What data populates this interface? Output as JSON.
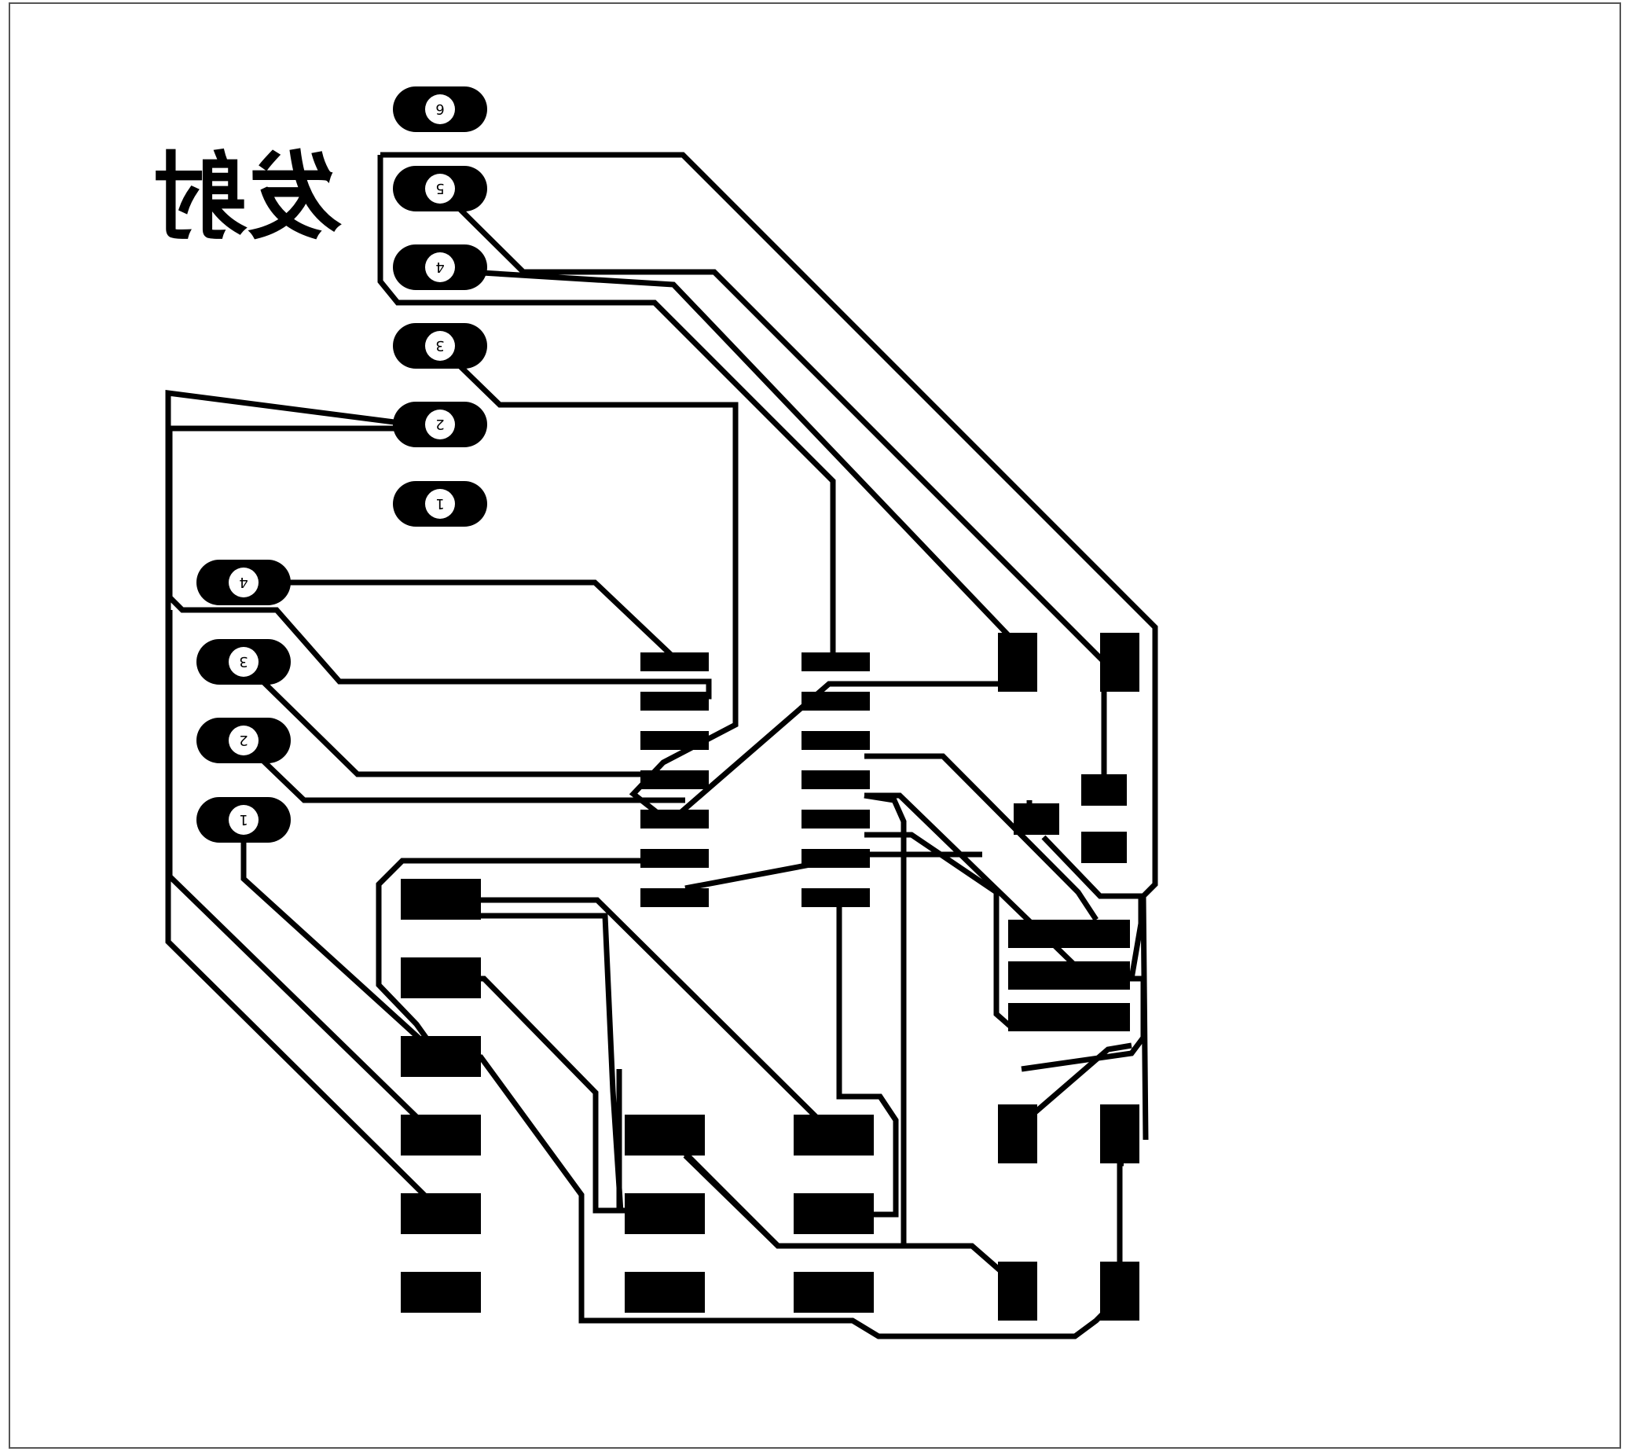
{
  "board": {
    "title": "发射",
    "title_mirrored": true,
    "copper_color": "#000000",
    "background_color": "#ffffff",
    "border_color": "#555555"
  },
  "header_a": {
    "name": "connector-6-pin",
    "pins": [
      {
        "num": "6"
      },
      {
        "num": "5"
      },
      {
        "num": "4"
      },
      {
        "num": "3"
      },
      {
        "num": "2"
      },
      {
        "num": "1"
      }
    ]
  },
  "header_b": {
    "name": "connector-4-pin",
    "pins": [
      {
        "num": "4"
      },
      {
        "num": "3"
      },
      {
        "num": "2"
      },
      {
        "num": "1"
      }
    ]
  }
}
